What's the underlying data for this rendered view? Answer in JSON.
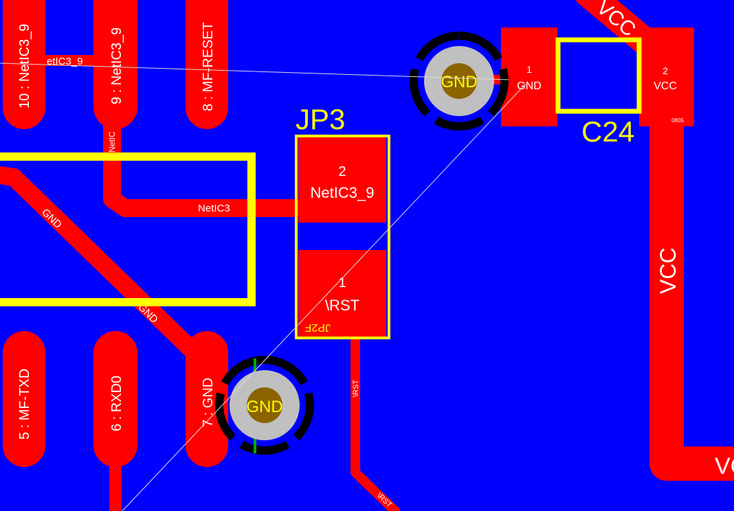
{
  "colors": {
    "board": "#0000ff",
    "copper": "#ff0000",
    "silkscreen": "#ffff00",
    "pad_label": "#ffffff",
    "via_ring": "#c0c0c0",
    "via_core": "#8b6400",
    "via_text": "#ffff00",
    "ratsnest": "#dddddd",
    "thermal": "#000000"
  },
  "pads": {
    "p10": "10 : NetIC3_9",
    "p9": "9 : NetIC3_9",
    "p8": "8 : MF-RESET",
    "p5": "5 : MF-TXD",
    "p6": "6 : RXD0",
    "p7": "7 : GND"
  },
  "traces": {
    "net_ic3_9_a": "etIC3_9",
    "net_ic3_9_b": "NetIC3",
    "net_ic3_9_c": "NetIC",
    "gnd_a": "GND",
    "gnd_b": "GND",
    "vcc_top": "VCC",
    "vcc_right": "VCC",
    "vcc_bottom": "VC",
    "rst_a": "\\RST",
    "rst_b": "\\RST"
  },
  "jp3": {
    "designator": "JP3",
    "pad2_num": "2",
    "pad2_net": "NetIC3_9",
    "pad1_num": "1",
    "pad1_net": "\\RST",
    "mirrored_label": "JP2F"
  },
  "c24": {
    "designator": "C24",
    "pad1_num": "1",
    "pad1_net": "GND",
    "pad2_num": "2",
    "pad2_net": "VCC",
    "footprint": "0805"
  },
  "vias": {
    "top_label": "GND",
    "bottom_label": "GND"
  }
}
